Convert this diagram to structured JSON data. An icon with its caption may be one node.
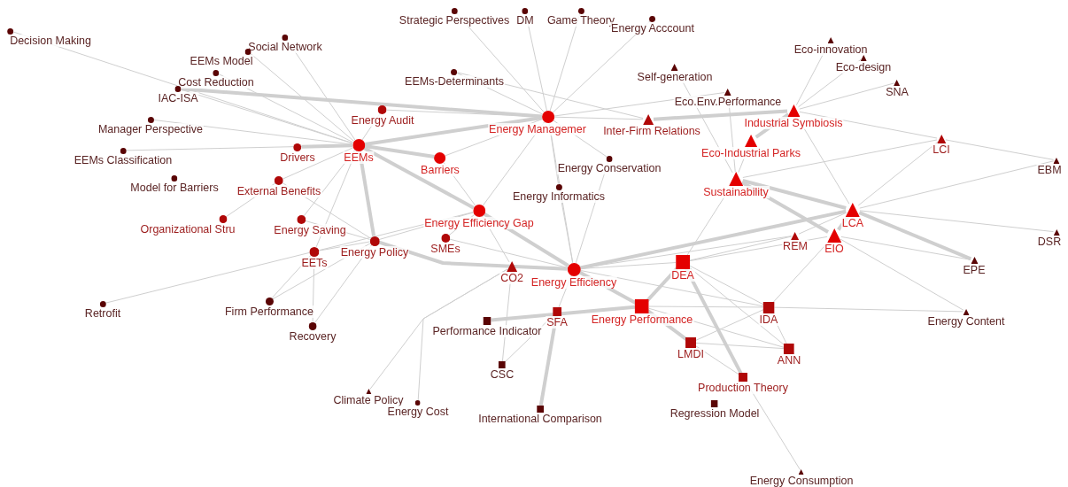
{
  "diagram": {
    "nodes": [
      {
        "text": [
          "Decision Making"
        ]
      },
      {
        "text": [
          "Social Network"
        ]
      },
      {
        "text": [
          "EEMs Model"
        ]
      },
      {
        "text": [
          "Cost Reduction"
        ]
      },
      {
        "text": [
          "IAC-ISA"
        ]
      },
      {
        "text": [
          "Manager Perspective"
        ]
      },
      {
        "text": [
          "EEMs Classification"
        ]
      },
      {
        "text": [
          "Model for Barriers"
        ]
      },
      {
        "text": [
          "Drivers"
        ]
      },
      {
        "text": [
          "EEMs"
        ]
      },
      {
        "text": [
          "Energy Audit"
        ]
      },
      {
        "text": [
          "External Benefits"
        ]
      },
      {
        "text": [
          "Organizational Stru"
        ]
      },
      {
        "text": [
          "Energy Saving"
        ]
      },
      {
        "text": [
          "EETs"
        ]
      },
      {
        "text": [
          "Energy Policy"
        ]
      },
      {
        "text": [
          "Barriers"
        ]
      },
      {
        "text": [
          "Energy Managemer"
        ]
      },
      {
        "text": [
          "EEMs-Determinants"
        ]
      },
      {
        "text": [
          "Strategic Perspectives"
        ]
      },
      {
        "text": [
          "DM"
        ]
      },
      {
        "text": [
          "Game Theory"
        ]
      },
      {
        "text": [
          "Energy Acccount"
        ]
      },
      {
        "text": [
          "Energy Conservation"
        ]
      },
      {
        "text": [
          "Energy Informatics"
        ]
      },
      {
        "text": [
          "Energy Efficiency Gap"
        ]
      },
      {
        "text": [
          "SMEs"
        ]
      },
      {
        "text": [
          "Self-generation"
        ]
      },
      {
        "text": [
          "Inter-Firm Relations"
        ]
      },
      {
        "text": [
          "Eco.Env.Performance"
        ]
      },
      {
        "text": [
          "Eco-innovation"
        ]
      },
      {
        "text": [
          "Eco-design"
        ]
      },
      {
        "text": [
          "SNA"
        ]
      },
      {
        "text": [
          "Industrial Symbiosis"
        ]
      },
      {
        "text": [
          "Eco-Industrial Parks"
        ]
      },
      {
        "text": [
          "Sustainability"
        ]
      },
      {
        "text": [
          "LCI"
        ]
      },
      {
        "text": [
          "EBM"
        ]
      },
      {
        "text": [
          "LCA"
        ]
      },
      {
        "text": [
          "DSR"
        ]
      },
      {
        "text": [
          "REM"
        ]
      },
      {
        "text": [
          "EIO"
        ]
      },
      {
        "text": [
          "EPE"
        ]
      },
      {
        "text": [
          "CO2"
        ]
      },
      {
        "text": [
          "Energy Efficiency"
        ]
      },
      {
        "text": [
          "DEA"
        ]
      },
      {
        "text": [
          "Energy Performance"
        ]
      },
      {
        "text": [
          "Performance Indicator"
        ]
      },
      {
        "text": [
          "SFA"
        ]
      },
      {
        "text": [
          "IDA"
        ]
      },
      {
        "text": [
          "Energy Content"
        ]
      },
      {
        "text": [
          "LMDI"
        ]
      },
      {
        "text": [
          "ANN"
        ]
      },
      {
        "text": [
          "CSC"
        ]
      },
      {
        "text": [
          "Production Theory"
        ]
      },
      {
        "text": [
          "Regression Model"
        ]
      },
      {
        "text": [
          "Climate Policy"
        ]
      },
      {
        "text": [
          "Energy Cost"
        ]
      },
      {
        "text": [
          "International Comparison"
        ]
      },
      {
        "text": [
          "Energy Consumption"
        ]
      },
      {
        "text": [
          "Retrofit"
        ]
      },
      {
        "text": [
          "Firm Performance"
        ]
      },
      {
        "text": [
          "Recovery"
        ]
      }
    ],
    "edges": [
      {
        "from": 9,
        "to": 17,
        "arrow": "none",
        "style": "thick"
      },
      {
        "from": 9,
        "to": 16,
        "arrow": "none",
        "style": "thick"
      },
      {
        "from": 4,
        "to": 17,
        "arrow": "none",
        "style": "thick"
      },
      {
        "from": 9,
        "to": 8,
        "arrow": "none",
        "style": "thick"
      },
      {
        "from": 9,
        "to": 0,
        "arrow": "none"
      },
      {
        "from": 9,
        "to": 1,
        "arrow": "none"
      },
      {
        "from": 9,
        "to": 2,
        "arrow": "none"
      },
      {
        "from": 9,
        "to": 3,
        "arrow": "none"
      },
      {
        "from": 9,
        "to": 4,
        "arrow": "none"
      },
      {
        "from": 9,
        "to": 5,
        "arrow": "none"
      },
      {
        "from": 9,
        "to": 6,
        "arrow": "none"
      },
      {
        "from": 9,
        "to": 10,
        "arrow": "none"
      },
      {
        "from": 9,
        "to": 11,
        "arrow": "none"
      },
      {
        "from": 9,
        "to": 13,
        "arrow": "none"
      },
      {
        "from": 9,
        "to": 14,
        "arrow": "none"
      },
      {
        "from": 9,
        "to": 15,
        "arrow": "none",
        "style": "thick"
      },
      {
        "from": 9,
        "to": 25,
        "arrow": "none",
        "style": "thick"
      },
      {
        "from": 16,
        "to": 25,
        "arrow": "none"
      },
      {
        "from": 16,
        "to": 17,
        "arrow": "none"
      },
      {
        "from": 17,
        "to": 19,
        "arrow": "none"
      },
      {
        "from": 17,
        "to": 20,
        "arrow": "none"
      },
      {
        "from": 17,
        "to": 21,
        "arrow": "none"
      },
      {
        "from": 17,
        "to": 22,
        "arrow": "none"
      },
      {
        "from": 17,
        "to": 18,
        "arrow": "none"
      },
      {
        "from": 17,
        "to": 23,
        "arrow": "none"
      },
      {
        "from": 17,
        "to": 24,
        "arrow": "none"
      },
      {
        "from": 17,
        "to": 25,
        "arrow": "none"
      },
      {
        "from": 17,
        "to": 28,
        "arrow": "none"
      },
      {
        "from": 17,
        "to": 44,
        "arrow": "none"
      },
      {
        "from": 17,
        "to": 29,
        "arrow": "none"
      },
      {
        "from": 10,
        "to": 17,
        "arrow": "none"
      },
      {
        "from": 18,
        "to": 28,
        "arrow": "none"
      },
      {
        "from": 25,
        "to": 44,
        "arrow": "none",
        "style": "thick"
      },
      {
        "from": 25,
        "to": 15,
        "arrow": "none"
      },
      {
        "from": 25,
        "to": 26,
        "arrow": "none"
      },
      {
        "from": 25,
        "to": 14,
        "arrow": "none"
      },
      {
        "from": 25,
        "to": 43,
        "arrow": "none"
      },
      {
        "from": 15,
        "to": 44,
        "arrow": "none",
        "style": "thick"
      },
      {
        "from": 15,
        "to": 14,
        "arrow": "none"
      },
      {
        "from": 15,
        "to": 61,
        "arrow": "none"
      },
      {
        "from": 15,
        "to": 62,
        "arrow": "none"
      },
      {
        "from": 15,
        "to": 11,
        "arrow": "none"
      },
      {
        "from": 15,
        "to": 13,
        "arrow": "none"
      },
      {
        "from": 14,
        "to": 60,
        "arrow": "none"
      },
      {
        "from": 14,
        "to": 61,
        "arrow": "none"
      },
      {
        "from": 14,
        "to": 62,
        "arrow": "none"
      },
      {
        "from": 11,
        "to": 12,
        "arrow": "none"
      },
      {
        "from": 44,
        "to": 45,
        "arrow": "none"
      },
      {
        "from": 44,
        "to": 46,
        "arrow": "none",
        "style": "thick"
      },
      {
        "from": 44,
        "to": 43,
        "arrow": "none"
      },
      {
        "from": 44,
        "to": 26,
        "arrow": "none"
      },
      {
        "from": 44,
        "to": 48,
        "arrow": "none"
      },
      {
        "from": 44,
        "to": 38,
        "arrow": "none",
        "style": "thick"
      },
      {
        "from": 44,
        "to": 23,
        "arrow": "none"
      },
      {
        "from": 44,
        "to": 24,
        "arrow": "none"
      },
      {
        "from": 44,
        "to": 40,
        "arrow": "none"
      },
      {
        "from": 44,
        "to": 49,
        "arrow": "none"
      },
      {
        "from": 46,
        "to": 45,
        "arrow": "none",
        "style": "thick"
      },
      {
        "from": 46,
        "to": 47,
        "arrow": "none",
        "style": "thick"
      },
      {
        "from": 46,
        "to": 51,
        "arrow": "none",
        "style": "thick"
      },
      {
        "from": 46,
        "to": 49,
        "arrow": "none"
      },
      {
        "from": 46,
        "to": 52,
        "arrow": "none"
      },
      {
        "from": 54,
        "to": 59,
        "arrow": "none"
      },
      {
        "from": 45,
        "to": 54,
        "arrow": "none",
        "style": "thick"
      },
      {
        "from": 45,
        "to": 49,
        "arrow": "none"
      },
      {
        "from": 45,
        "to": 52,
        "arrow": "none"
      },
      {
        "from": 45,
        "to": 41,
        "arrow": "none"
      },
      {
        "from": 45,
        "to": 40,
        "arrow": "none"
      },
      {
        "from": 45,
        "to": 35,
        "arrow": "none"
      },
      {
        "from": 48,
        "to": 58,
        "arrow": "none",
        "style": "thick"
      },
      {
        "from": 48,
        "to": 53,
        "arrow": "none"
      },
      {
        "from": 43,
        "to": 56,
        "arrow": "none"
      },
      {
        "from": 43,
        "to": 57,
        "arrow": "none"
      },
      {
        "from": 43,
        "to": 53,
        "arrow": "none"
      },
      {
        "from": 51,
        "to": 54,
        "arrow": "none"
      },
      {
        "from": 51,
        "to": 52,
        "arrow": "none"
      },
      {
        "from": 49,
        "to": 41,
        "arrow": "none"
      },
      {
        "from": 49,
        "to": 50,
        "arrow": "none"
      },
      {
        "from": 49,
        "to": 52,
        "arrow": "none"
      },
      {
        "from": 49,
        "to": 51,
        "arrow": "none"
      },
      {
        "from": 35,
        "to": 38,
        "arrow": "none",
        "style": "thick"
      },
      {
        "from": 35,
        "to": 41,
        "arrow": "none",
        "style": "thick"
      },
      {
        "from": 35,
        "to": 34,
        "arrow": "none"
      },
      {
        "from": 35,
        "to": 29,
        "arrow": "none"
      },
      {
        "from": 35,
        "to": 36,
        "arrow": "none"
      },
      {
        "from": 33,
        "to": 34,
        "arrow": "none",
        "style": "thick"
      },
      {
        "from": 28,
        "to": 33,
        "arrow": "none",
        "style": "thick"
      },
      {
        "from": 33,
        "to": 30,
        "arrow": "none"
      },
      {
        "from": 33,
        "to": 31,
        "arrow": "none"
      },
      {
        "from": 33,
        "to": 32,
        "arrow": "none"
      },
      {
        "from": 33,
        "to": 38,
        "arrow": "none"
      },
      {
        "from": 33,
        "to": 36,
        "arrow": "none"
      },
      {
        "from": 27,
        "to": 35,
        "arrow": "none"
      },
      {
        "from": 38,
        "to": 36,
        "arrow": "none"
      },
      {
        "from": 38,
        "to": 37,
        "arrow": "none"
      },
      {
        "from": 38,
        "to": 39,
        "arrow": "none"
      },
      {
        "from": 38,
        "to": 41,
        "arrow": "none",
        "style": "thick"
      },
      {
        "from": 38,
        "to": 42,
        "arrow": "none",
        "style": "thick"
      },
      {
        "from": 38,
        "to": 40,
        "arrow": "none"
      },
      {
        "from": 41,
        "to": 42,
        "arrow": "none"
      },
      {
        "from": 41,
        "to": 50,
        "arrow": "none"
      },
      {
        "from": 36,
        "to": 37,
        "arrow": "none"
      }
    ]
  }
}
